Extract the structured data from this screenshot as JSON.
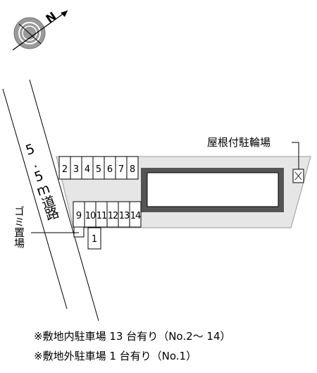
{
  "compass": {
    "icon": "compass-north-arrow-icon",
    "letter": "N"
  },
  "road": {
    "label": "5.5m道路"
  },
  "labels": {
    "garbage": "ゴミ置場",
    "bike_parking": "屋根付駐輪場"
  },
  "parking": {
    "top_row": [
      "2",
      "3",
      "4",
      "5",
      "6",
      "7",
      "8"
    ],
    "bottom_row": [
      "9",
      "10",
      "11",
      "12",
      "13",
      "14"
    ],
    "outside": [
      "1"
    ]
  },
  "notes": [
    "※敷地内駐車場 13 台有り（No.2～ 14）",
    "※敷地外駐車場 1 台有り（No.1）"
  ],
  "colors": {
    "site_fill": "#e6e6e6",
    "building_outer": "#555555",
    "building_inner": "#ffffff",
    "line": "#000000"
  }
}
